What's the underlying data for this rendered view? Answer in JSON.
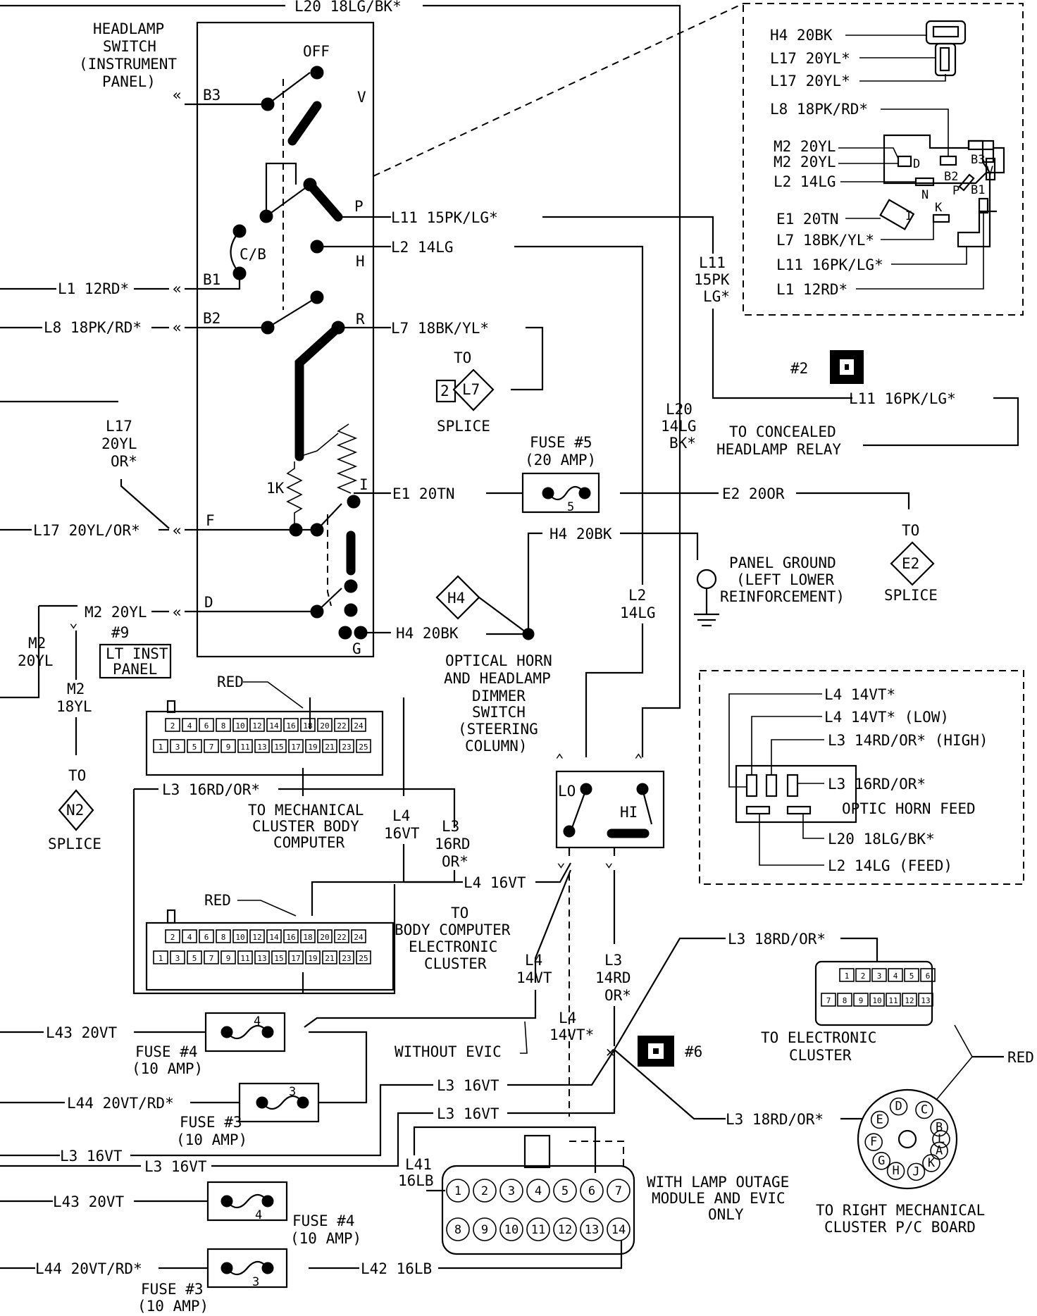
{
  "headlamp_switch": {
    "title": [
      "HEADLAMP",
      "SWITCH",
      "(INSTRUMENT",
      "PANEL)"
    ],
    "pins": [
      "B3",
      "B1",
      "B2",
      "F",
      "D",
      "V",
      "P",
      "H",
      "R",
      "I",
      "G"
    ],
    "off_label": "OFF",
    "cb_label": "C/B",
    "rheostat_label": "1K"
  },
  "wires": {
    "l20_top": "L20 18LG/BK*",
    "l1": "L1 12RD*",
    "l8": "L8 18PK/RD*",
    "l17_stack": [
      "L17",
      "20YL",
      "OR*"
    ],
    "l17": "L17 20YL/OR*",
    "m2": "M2 20YL",
    "m2_stack": [
      "M2",
      "20YL"
    ],
    "m2_18": [
      "M2",
      "18YL"
    ],
    "l11": "L11 15PK/LG*",
    "l2": "L2 14LG",
    "l7": "L7 18BK/YL*",
    "e1": "E1 20TN",
    "e2": "E2 20OR",
    "h4_upper": "H4 20BK",
    "h4_lower": "H4 20BK",
    "l11_stack": [
      "L11",
      "15PK",
      "LG*"
    ],
    "l20_stack": [
      "L20",
      "14LG",
      "BK*"
    ],
    "l11_relay": "L11 16PK/LG*",
    "l2_stack": [
      "L2",
      "14LG"
    ],
    "l3_16rd": "L3 16RD/OR*",
    "l4_stack": [
      "L4",
      "16VT"
    ],
    "l3_stack": [
      "L3",
      "16RD",
      "OR*"
    ],
    "l4_16vt": "L4 16VT",
    "l4_14vt_stack": [
      "L4",
      "14VT"
    ],
    "l3_14rd_stack": [
      "L3",
      "14RD",
      "OR*"
    ],
    "l4_14vt_dash": [
      "L4",
      "14VT*"
    ],
    "l43a": "L43 20VT",
    "l44a": "L44 20VT/RD*",
    "l3_16vt_a": "L3 16VT",
    "l3_16vt_b": "L3 16VT",
    "l3_16vt_c": "L3 16VT",
    "l3_16vt_d": "L3 16VT",
    "l43b": "L43 20VT",
    "l44b": "L44 20VT/RD*",
    "l42": "L42 16LB",
    "l41_stack": [
      "L41",
      "16LB"
    ],
    "l3_18rd_a": "L3 18RD/OR*",
    "l3_18rd_b": "L3 18RD/OR*"
  },
  "fuses": {
    "f5": [
      "FUSE #5",
      "(20 AMP)"
    ],
    "f5_num": "5",
    "f4a": [
      "FUSE #4",
      "(10 AMP)"
    ],
    "f3a": [
      "FUSE #3",
      "(10 AMP)"
    ],
    "f4b": [
      "FUSE #4",
      "(10 AMP)"
    ],
    "f3b": [
      "FUSE #3",
      "(10 AMP)"
    ],
    "f4_num": "4",
    "f3_num": "3"
  },
  "labels": {
    "to": "TO",
    "splice": "SPLICE",
    "l7_splice_num": "2",
    "l7_splice": "L7",
    "e2_splice": "E2",
    "n2_splice": "N2",
    "h4_node": "H4",
    "concealed_relay": [
      "TO CONCEALED",
      "HEADLAMP RELAY"
    ],
    "panel_ground": [
      "PANEL GROUND",
      "(LEFT LOWER",
      "REINFORCEMENT)"
    ],
    "optical_horn": [
      "OPTICAL HORN",
      "AND HEADLAMP",
      "DIMMER",
      "SWITCH",
      "(STEERING",
      "COLUMN)"
    ],
    "lt_inst_panel": [
      "LT INST",
      "PANEL"
    ],
    "ref_9": "#9",
    "ref_2": "#2",
    "ref_6": "#6",
    "red": "RED",
    "to_mech_cluster": [
      "TO MECHANICAL",
      "CLUSTER BODY",
      "COMPUTER"
    ],
    "to_body_computer": [
      "TO",
      "BODY COMPUTER",
      "ELECTRONIC",
      "CLUSTER"
    ],
    "without_evic": "WITHOUT EVIC",
    "lo": "LO",
    "hi": "HI",
    "lamp_outage": [
      "WITH LAMP OUTAGE",
      "MODULE AND EVIC",
      "ONLY"
    ],
    "to_electronic_cluster": [
      "TO ELECTRONIC",
      "CLUSTER"
    ],
    "to_right_mech": [
      "TO RIGHT MECHANICAL",
      "CLUSTER P/C BOARD"
    ]
  },
  "inset_connector": {
    "wires": [
      "H4 20BK",
      "L17 20YL*",
      "L17 20YL*",
      "L8 18PK/RD*",
      "M2 20YL",
      "M2 20YL",
      "L2 14LG",
      "E1 20TN",
      "L7 18BK/YL*",
      "L11 16PK/LG*",
      "L1 12RD*"
    ],
    "pins": [
      "D",
      "B3",
      "B2",
      "V",
      "N",
      "P",
      "B1",
      "I",
      "K"
    ]
  },
  "optic_horn_feed": {
    "wires": [
      "L4 14VT*",
      "L4 14VT* (LOW)",
      "L3 14RD/OR* (HIGH)",
      "L3 16RD/OR*",
      "L20 18LG/BK*",
      "L2 14LG (FEED)"
    ],
    "label": "OPTIC HORN FEED"
  },
  "connector_pins": {
    "top_row": [
      "2",
      "4",
      "6",
      "8",
      "10",
      "12",
      "14",
      "16",
      "18",
      "20",
      "22",
      "24"
    ],
    "bottom_row": [
      "1",
      "3",
      "5",
      "7",
      "9",
      "11",
      "13",
      "15",
      "17",
      "19",
      "21",
      "23",
      "25"
    ],
    "outage_top": [
      "1",
      "2",
      "3",
      "4",
      "5",
      "6",
      "7"
    ],
    "outage_bottom": [
      "8",
      "9",
      "10",
      "11",
      "12",
      "13",
      "14"
    ],
    "ecluster_top": [
      "1",
      "2",
      "3",
      "4",
      "5",
      "6"
    ],
    "ecluster_bottom": [
      "7",
      "8",
      "9",
      "10",
      "11",
      "12",
      "13"
    ],
    "round_pins": [
      "A",
      "B",
      "C",
      "D",
      "E",
      "F",
      "G",
      "H",
      "J",
      "K",
      "L"
    ]
  }
}
